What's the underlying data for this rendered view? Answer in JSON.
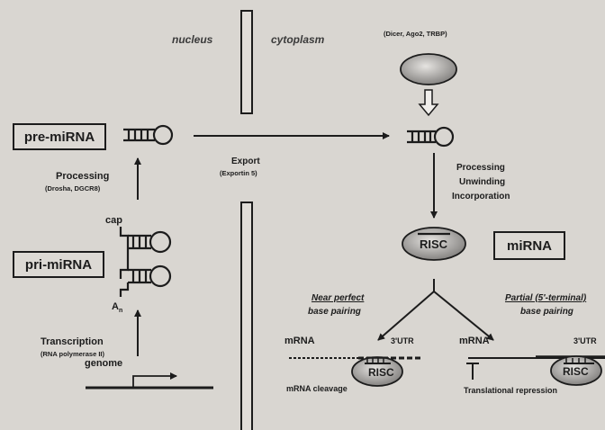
{
  "compartments": {
    "nucleus": "nucleus",
    "cytoplasm": "cytoplasm"
  },
  "labels": {
    "pre_mirna": "pre-miRNA",
    "pri_mirna": "pri-miRNA",
    "mirna": "miRNA",
    "cap": "cap",
    "poly_a": "A",
    "poly_a_sub": "n",
    "processing": "Processing",
    "processing_enzymes": "(Drosha, DGCR8)",
    "transcription": "Transcription",
    "transcription_enzyme": "(RNA polymerase II)",
    "genome": "genome",
    "export": "Export",
    "export_factor": "(Exportin 5)",
    "dicer_complex": "(Dicer, Ago2, TRBP)",
    "cyto_step1": "Processing",
    "cyto_step2": "Unwinding",
    "cyto_step3": "Incorporation",
    "risc": "RISC",
    "near_perfect_1": "Near perfect",
    "near_perfect_2": "base pairing",
    "partial_1": "Partial (5'-terminal)",
    "partial_2": "base pairing",
    "mrna_left": "mRNA",
    "utr_left": "3'UTR",
    "mrna_right": "mRNA",
    "utr_right": "3'UTR",
    "cleavage": "mRNA cleavage",
    "repression": "Translational repression"
  },
  "colors": {
    "background": "#d9d6d1",
    "ink": "#1c1c1c",
    "risc_fill": "#9a9896"
  }
}
